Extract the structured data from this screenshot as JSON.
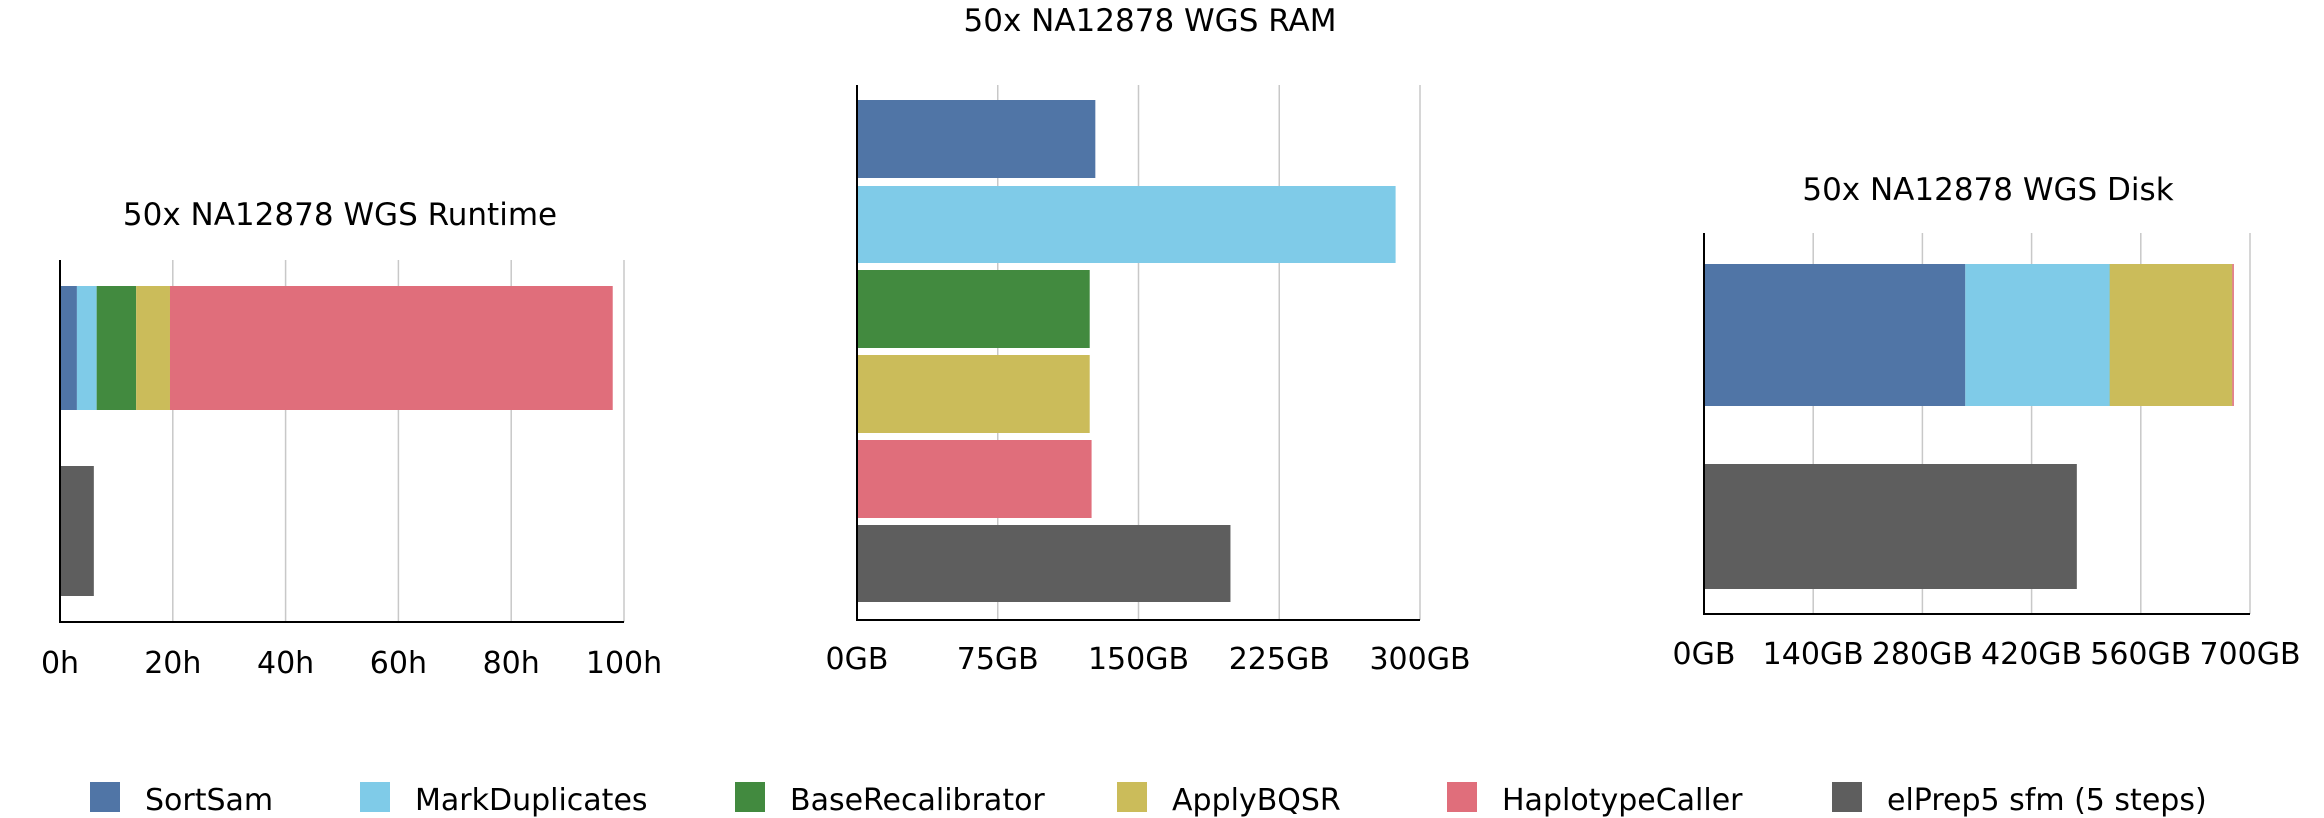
{
  "colors": {
    "SortSam": "#5075a6",
    "MarkDuplicates": "#7fcbe8",
    "BaseRecalibrator": "#428a3f",
    "ApplyBQSR": "#cbbc5a",
    "HaplotypeCaller": "#e06e7b",
    "elPrep5 sfm (5 steps)": "#5e5e5e",
    "grid": "#c8c8c8",
    "axis": "#000000"
  },
  "legend": {
    "position": "bottom",
    "items": [
      "SortSam",
      "MarkDuplicates",
      "BaseRecalibrator",
      "ApplyBQSR",
      "HaplotypeCaller",
      "elPrep5 sfm (5 steps)"
    ]
  },
  "chart_data": [
    {
      "type": "bar",
      "orientation": "horizontal",
      "stacked": true,
      "title": "50x NA12878 WGS Runtime",
      "xlim": [
        0,
        100
      ],
      "xticks": [
        "0h",
        "20h",
        "40h",
        "60h",
        "80h",
        "100h"
      ],
      "grid": true,
      "rows": [
        {
          "segments": [
            {
              "series": "SortSam",
              "value": 3
            },
            {
              "series": "MarkDuplicates",
              "value": 3.5
            },
            {
              "series": "BaseRecalibrator",
              "value": 7
            },
            {
              "series": "ApplyBQSR",
              "value": 6
            },
            {
              "series": "HaplotypeCaller",
              "value": 78.5
            }
          ]
        },
        {
          "segments": [
            {
              "series": "elPrep5 sfm (5 steps)",
              "value": 6
            }
          ]
        }
      ]
    },
    {
      "type": "bar",
      "orientation": "horizontal",
      "stacked": false,
      "title": "50x NA12878 WGS RAM",
      "xlim": [
        0,
        300
      ],
      "xticks": [
        "0GB",
        "75GB",
        "150GB",
        "225GB",
        "300GB"
      ],
      "grid": true,
      "bars": [
        {
          "series": "SortSam",
          "value": 127
        },
        {
          "series": "MarkDuplicates",
          "value": 287
        },
        {
          "series": "BaseRecalibrator",
          "value": 124
        },
        {
          "series": "ApplyBQSR",
          "value": 124
        },
        {
          "series": "HaplotypeCaller",
          "value": 125
        },
        {
          "series": "elPrep5 sfm (5 steps)",
          "value": 199
        }
      ]
    },
    {
      "type": "bar",
      "orientation": "horizontal",
      "stacked": true,
      "title": "50x NA12878 WGS Disk",
      "xlim": [
        0,
        700
      ],
      "xticks": [
        "0GB",
        "140GB",
        "280GB",
        "420GB",
        "560GB",
        "700GB"
      ],
      "grid": true,
      "rows": [
        {
          "segments": [
            {
              "series": "SortSam",
              "value": 335
            },
            {
              "series": "MarkDuplicates",
              "value": 185
            },
            {
              "series": "BaseRecalibrator",
              "value": 0.3
            },
            {
              "series": "ApplyBQSR",
              "value": 157
            },
            {
              "series": "HaplotypeCaller",
              "value": 2
            }
          ]
        },
        {
          "segments": [
            {
              "series": "elPrep5 sfm (5 steps)",
              "value": 478
            }
          ]
        }
      ]
    }
  ]
}
